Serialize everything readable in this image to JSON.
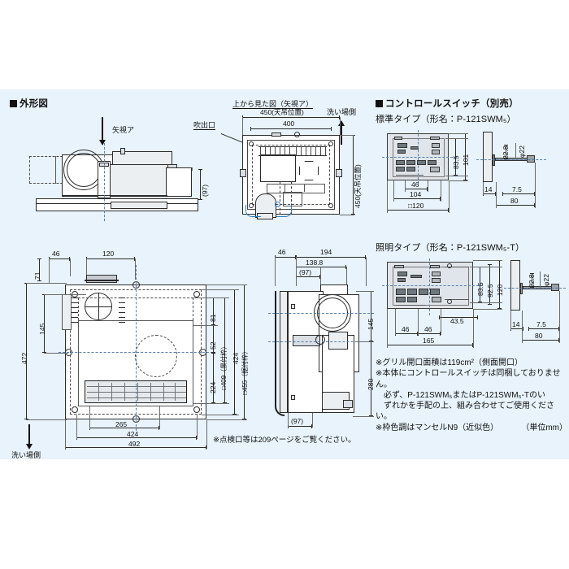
{
  "page": {
    "background_color": "#ffffff",
    "panel_color": "#e8f3fb",
    "unit_note": "（単位mm）"
  },
  "left_section": {
    "heading": "外形図",
    "arrow_view_label": "矢視ア",
    "wash_side_label_top": "洗い場側",
    "wash_side_label_bottom": "洗い場側",
    "outlet_label": "吹出口",
    "top_view_title": "上から見た図（矢視ア）",
    "footnote": "※点検口等は209ページをご覧ください。"
  },
  "front_view": {
    "dims": [
      {
        "value": "(97)",
        "orientation": "vertical"
      }
    ]
  },
  "top_view": {
    "dims": [
      {
        "value": "450(天吊位置)",
        "orientation": "horizontal"
      },
      {
        "value": "400",
        "orientation": "horizontal"
      },
      {
        "value": "450(天吊位置)",
        "orientation": "vertical"
      }
    ]
  },
  "bottom_view": {
    "dims": [
      {
        "value": "46",
        "orientation": "horizontal"
      },
      {
        "value": "71",
        "orientation": "vertical"
      },
      {
        "value": "120",
        "orientation": "horizontal"
      },
      {
        "value": "145",
        "orientation": "vertical"
      },
      {
        "value": "472",
        "orientation": "vertical"
      },
      {
        "value": "81",
        "orientation": "vertical"
      },
      {
        "value": "52",
        "orientation": "vertical"
      },
      {
        "value": "224",
        "orientation": "vertical"
      },
      {
        "value": "□409（景付枠）",
        "orientation": "vertical"
      },
      {
        "value": "424",
        "orientation": "vertical"
      },
      {
        "value": "□455（据付枠）",
        "orientation": "vertical"
      },
      {
        "value": "265",
        "orientation": "horizontal"
      },
      {
        "value": "424",
        "orientation": "horizontal"
      },
      {
        "value": "492",
        "orientation": "horizontal"
      }
    ]
  },
  "side_view": {
    "dims": [
      {
        "value": "46",
        "orientation": "horizontal"
      },
      {
        "value": "194",
        "orientation": "horizontal"
      },
      {
        "value": "138.8",
        "orientation": "horizontal"
      },
      {
        "value": "(97)",
        "orientation": "horizontal"
      },
      {
        "value": "145",
        "orientation": "vertical"
      },
      {
        "value": "280",
        "orientation": "vertical"
      },
      {
        "value": "(97)",
        "orientation": "horizontal"
      }
    ]
  },
  "right_section": {
    "heading": "コントロールスイッチ（別売）",
    "standard": {
      "title": "標準タイプ（形名：P-121SWM₅）",
      "dims": {
        "h_83_5": "83.5",
        "h_101": "101",
        "w_46": "46",
        "w_104": "104",
        "w_120": "□120",
        "d_22_8": "22.8",
        "d_phi22": "φ22",
        "d_14": "14",
        "d_7_5": "7.5",
        "d_80": "80"
      }
    },
    "lighting": {
      "title": "照明タイプ（形名：P-121SWM₅-T）",
      "dims": {
        "h_83_5": "83.5",
        "h_92_5": "92.5",
        "h_120": "120",
        "w_43_5": "43.5",
        "w_46a": "46",
        "w_46b": "46",
        "w_165": "165",
        "d_22_8": "22.8",
        "d_phi22": "φ22",
        "d_14": "14",
        "d_7_5": "7.5",
        "d_80": "80"
      }
    },
    "notes": [
      "※グリル開口面積は119cm²（側面開口）",
      "※本体にコントロールスイッチは同梱しておりません。",
      "　必ず、P-121SWM₅またはP-121SWM₅-Tのい",
      "　ずれかを手配の上、組み合わせてご使用ください。",
      "※枠色調はマンセルN9（近似色）"
    ]
  }
}
